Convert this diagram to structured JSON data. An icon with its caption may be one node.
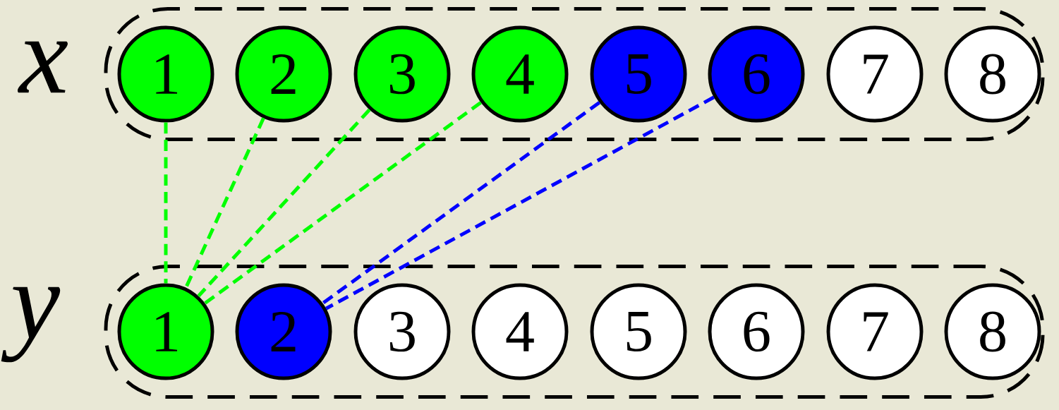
{
  "diagram": {
    "nodes": [
      {
        "text": [
          "x"
        ]
      },
      {
        "text": [
          "1"
        ],
        "in": 0
      },
      {
        "text": [
          "2"
        ],
        "in": 0
      },
      {
        "text": [
          "3"
        ],
        "in": 0
      },
      {
        "text": [
          "4"
        ],
        "in": 0
      },
      {
        "text": [
          "5"
        ],
        "in": 0
      },
      {
        "text": [
          "6"
        ],
        "in": 0
      },
      {
        "text": [
          "7"
        ],
        "in": 0
      },
      {
        "text": [
          "8"
        ],
        "in": 0
      },
      {
        "text": [
          "y"
        ]
      },
      {
        "text": [
          "1"
        ],
        "in": 9
      },
      {
        "text": [
          "2"
        ],
        "in": 9
      },
      {
        "text": [
          "3"
        ],
        "in": 9
      },
      {
        "text": [
          "4"
        ],
        "in": 9
      },
      {
        "text": [
          "5"
        ],
        "in": 9
      },
      {
        "text": [
          "6"
        ],
        "in": 9
      },
      {
        "text": [
          "7"
        ],
        "in": 9
      },
      {
        "text": [
          "8"
        ],
        "in": 9
      }
    ],
    "edges": [
      {
        "from": 1,
        "to": 10,
        "arrow": "none",
        "style": "dashed"
      },
      {
        "from": 2,
        "to": 10,
        "arrow": "none",
        "style": "dashed"
      },
      {
        "from": 3,
        "to": 10,
        "arrow": "none",
        "style": "dashed"
      },
      {
        "from": 4,
        "to": 10,
        "arrow": "none",
        "style": "dashed"
      },
      {
        "from": 5,
        "to": 11,
        "arrow": "none",
        "style": "dashed",
        "color": "#0000ff"
      },
      {
        "from": 6,
        "to": 11,
        "arrow": "none",
        "style": "dashed",
        "color": "#0000ff"
      }
    ]
  }
}
